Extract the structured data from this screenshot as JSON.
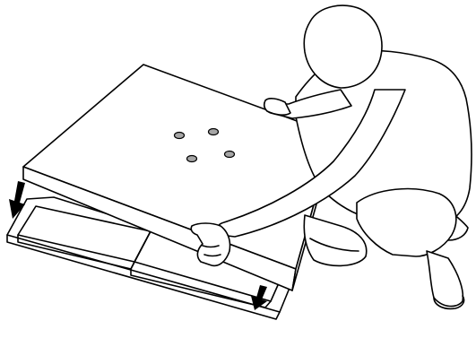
{
  "illustration": {
    "kind": "assembly-instruction",
    "description_icon": "person-lifting-panel-icon",
    "colors": {
      "line": "#000000",
      "fill": "#ffffff",
      "hole": "#a6a6a6"
    },
    "arrow_count": 2,
    "hole_count": 4
  }
}
